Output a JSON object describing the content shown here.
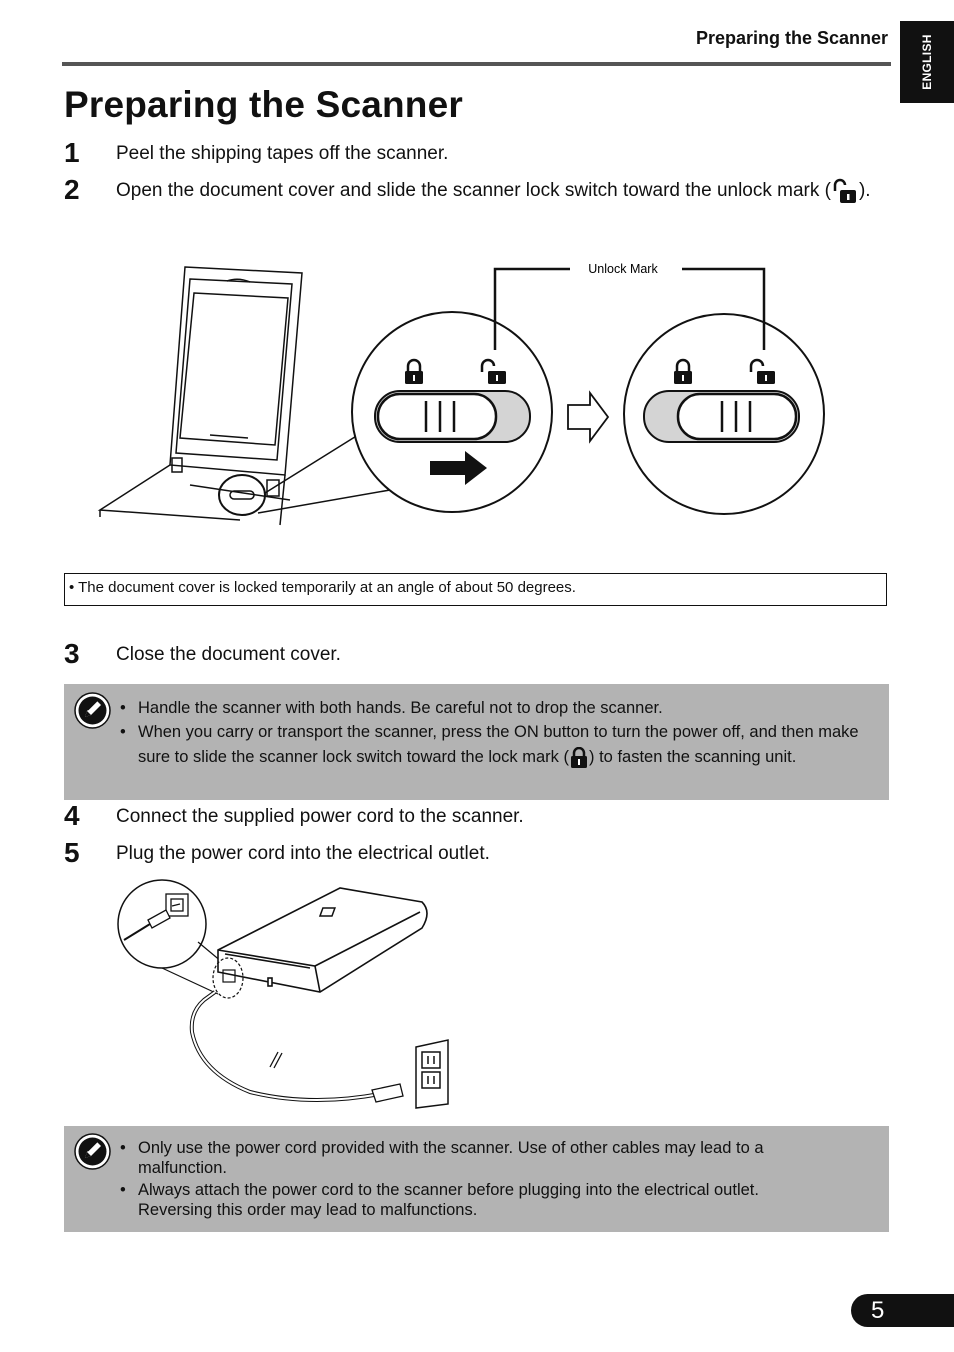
{
  "header": {
    "section_title": "Preparing the Scanner",
    "language_tab": "ENGLISH"
  },
  "page": {
    "title": "Preparing the Scanner",
    "number": "5"
  },
  "steps": [
    {
      "num": "1",
      "text": "Peel the shipping tapes off the scanner."
    },
    {
      "num": "2",
      "text_before": "Open the document cover and slide the scanner lock switch toward the unlock mark (",
      "text_after": ")."
    },
    {
      "num": "3",
      "text": "Close the document cover."
    },
    {
      "num": "4",
      "text": "Connect the supplied power cord to the scanner."
    },
    {
      "num": "5",
      "text": "Plug the power cord into the electrical outlet."
    }
  ],
  "figure1": {
    "callout_label": "Unlock Mark"
  },
  "note": {
    "text": "• The document cover is locked temporarily at an angle of about 50 degrees."
  },
  "caution1": {
    "item1": "Handle the scanner with both hands. Be careful not to drop the scanner.",
    "item2_before": "When you carry or transport the scanner, press the ON button to turn the power off, and then make sure to slide the scanner lock switch toward the lock mark (",
    "item2_after": ") to fasten the scanning unit."
  },
  "caution2": {
    "items": [
      "Only use the power cord provided with the scanner. Use of other cables may lead to a malfunction.",
      "Always attach the power cord to the scanner before plugging into the electrical outlet. Reversing this order may lead to malfunctions."
    ]
  },
  "colors": {
    "caution_bg": "#b3b3b3",
    "rule": "#555555",
    "tab_bg": "#111111"
  }
}
